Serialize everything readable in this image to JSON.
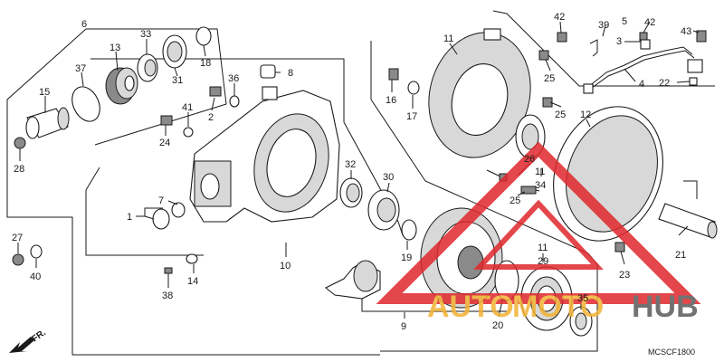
{
  "diagram": {
    "code": "MCSCF1800",
    "front_label": "FR.",
    "callouts": [
      {
        "id": "c6",
        "text": "6"
      },
      {
        "id": "c13",
        "text": "13"
      },
      {
        "id": "c33",
        "text": "33"
      },
      {
        "id": "c37",
        "text": "37"
      },
      {
        "id": "c31",
        "text": "31"
      },
      {
        "id": "c18",
        "text": "18"
      },
      {
        "id": "c15",
        "text": "15"
      },
      {
        "id": "c28",
        "text": "28"
      },
      {
        "id": "c8",
        "text": "8"
      },
      {
        "id": "c36",
        "text": "36"
      },
      {
        "id": "c2",
        "text": "2"
      },
      {
        "id": "c41",
        "text": "41"
      },
      {
        "id": "c24",
        "text": "24"
      },
      {
        "id": "c1",
        "text": "1"
      },
      {
        "id": "c7",
        "text": "7"
      },
      {
        "id": "c27",
        "text": "27"
      },
      {
        "id": "c40",
        "text": "40"
      },
      {
        "id": "c38",
        "text": "38"
      },
      {
        "id": "c14",
        "text": "14"
      },
      {
        "id": "c10",
        "text": "10"
      },
      {
        "id": "c32",
        "text": "32"
      },
      {
        "id": "c30",
        "text": "30"
      },
      {
        "id": "c19",
        "text": "19"
      },
      {
        "id": "c9",
        "text": "9"
      },
      {
        "id": "c20",
        "text": "20"
      },
      {
        "id": "c11a",
        "text": "11"
      },
      {
        "id": "c16",
        "text": "16"
      },
      {
        "id": "c17",
        "text": "17"
      },
      {
        "id": "c25a",
        "text": "25"
      },
      {
        "id": "c25b",
        "text": "25"
      },
      {
        "id": "c26",
        "text": "26"
      },
      {
        "id": "c11b",
        "text": "11"
      },
      {
        "id": "c34",
        "text": "34"
      },
      {
        "id": "c25c",
        "text": "25"
      },
      {
        "id": "c12",
        "text": "12"
      },
      {
        "id": "c11c",
        "text": "11"
      },
      {
        "id": "c29",
        "text": "29"
      },
      {
        "id": "c35",
        "text": "35"
      },
      {
        "id": "c39",
        "text": "39"
      },
      {
        "id": "c5",
        "text": "5"
      },
      {
        "id": "c42a",
        "text": "42"
      },
      {
        "id": "c42b",
        "text": "42"
      },
      {
        "id": "c43",
        "text": "43"
      },
      {
        "id": "c3",
        "text": "3"
      },
      {
        "id": "c4",
        "text": "4"
      },
      {
        "id": "c22",
        "text": "22"
      },
      {
        "id": "c21",
        "text": "21"
      },
      {
        "id": "c23",
        "text": "23"
      }
    ]
  },
  "watermark": {
    "part1": "AUTO",
    "part2": "MOTO",
    "part3": "HUB",
    "color_red": "#e0282c",
    "color_yellow": "#f2b233",
    "color_dark": "#5a5a5a"
  }
}
